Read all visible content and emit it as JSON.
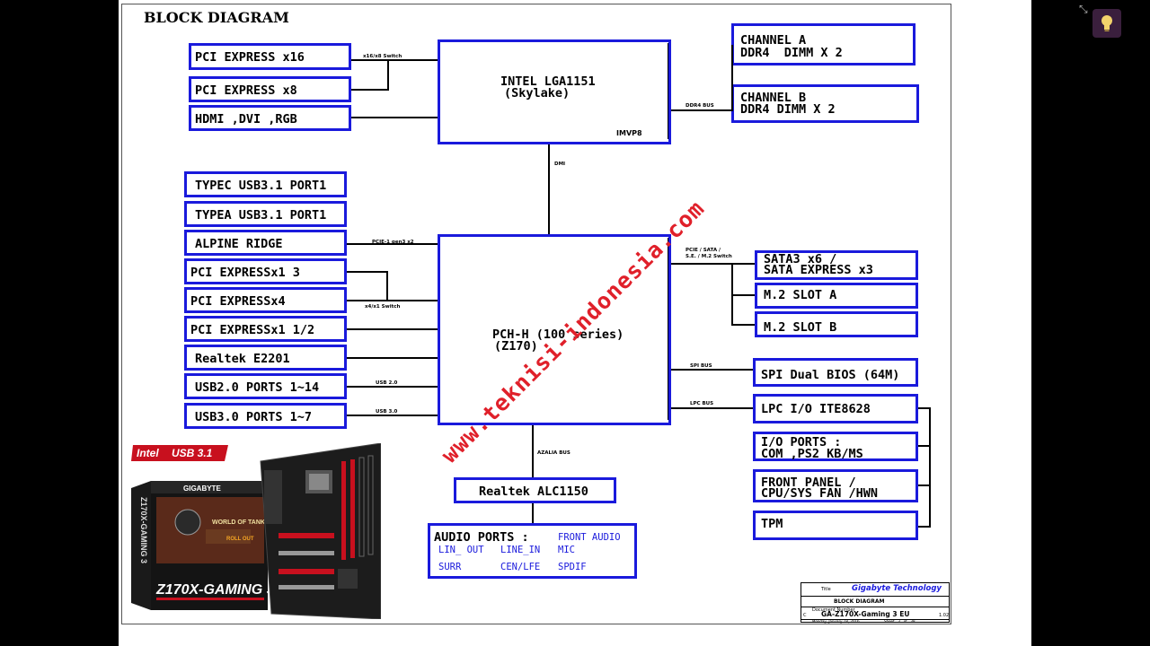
{
  "diagram_title": "BLOCK DIAGRAM",
  "cpu": {
    "line1": "INTEL LGA1151",
    "line2": "(Skylake)",
    "vr": "IMVP8"
  },
  "pch": {
    "line1": "PCH-H (100 series)",
    "line2": "(Z170)"
  },
  "left_top": [
    "PCI EXPRESS x16",
    "PCI EXPRESS x8",
    "HDMI ,DVI ,RGB"
  ],
  "left_pch": [
    "TYPEC USB3.1 PORT1",
    "TYPEA USB3.1 PORT1",
    "ALPINE RIDGE",
    "PCI EXPRESSx1 3",
    "PCI EXPRESSx4",
    "PCI EXPRESSx1 1/2",
    "Realtek E2201",
    "USB2.0 PORTS 1~14",
    "USB3.0 PORTS 1~7"
  ],
  "memory": [
    {
      "line1": "CHANNEL A",
      "line2": "DDR4  DIMM X 2"
    },
    {
      "line1": "CHANNEL B",
      "line2": "DDR4 DIMM X 2"
    }
  ],
  "right_pch": {
    "sata": {
      "line1": "SATA3 x6 /",
      "line2": "SATA EXPRESS x3"
    },
    "m2a": "M.2 SLOT A",
    "m2b": "M.2 SLOT B",
    "spi": "SPI Dual BIOS (64M)",
    "lpc": "LPC I/O ITE8628",
    "io": {
      "line1": "I/O PORTS :",
      "line2": "COM ,PS2 KB/MS"
    },
    "front": {
      "line1": "FRONT PANEL /",
      "line2": "CPU/SYS FAN /HWN"
    },
    "tpm": "TPM"
  },
  "codec": "Realtek ALC1150",
  "audio": {
    "title": "AUDIO PORTS :",
    "items": [
      "FRONT AUDIO",
      "LIN_ OUT",
      "LINE_IN",
      "MIC",
      "SURR",
      "CEN/LFE",
      "SPDIF"
    ]
  },
  "bus_labels": {
    "x16x8": "x16/x8 Switch",
    "ddr4": "DDR4 BUS",
    "dmi": "DMI",
    "pcie1": "PCIE-1 gen3 x2",
    "x4x1": "x4/x1 Switch",
    "sataswitch1": "PCIE / SATA /",
    "sataswitch2": "S.E. / M.2 Switch",
    "spi": "SPI BUS",
    "lpc": "LPC BUS",
    "usb2": "USB 2.0",
    "usb3": "USB 3.0",
    "azalia": "AZALIA BUS"
  },
  "watermark": "www.teknisi-indonesia.com",
  "title_block": {
    "title_key": "Title",
    "company": "Gigabyte Technology",
    "sheet_title": "BLOCK DIAGRAM",
    "doc_key": "Document Number",
    "model": "GA-Z170X-Gaming 3 EU",
    "size": "C",
    "rev": "1.02",
    "date": "Monday, January 18, 2016",
    "sheet": "Sheet   3   of   38"
  },
  "product": {
    "badge_brand": "Intel",
    "badge_text": "USB 3.1",
    "box_brand": "GIGABYTE",
    "model": "Z170X-GAMING 3",
    "box_side": "Z170X-GAMING 3",
    "game_logo": "WORLD OF TANKS",
    "game_sub": "ROLL OUT"
  },
  "colors": {
    "box_border": "#1a1adc",
    "watermark": "#e0202a",
    "bulb_bg": "#3a1f3d",
    "bulb": "#f2d36b"
  }
}
